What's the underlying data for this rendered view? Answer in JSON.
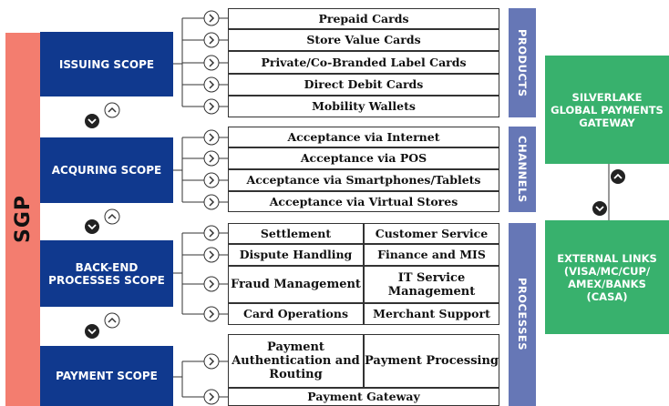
{
  "sgp_label": "SGP",
  "scopes": {
    "issuing": "ISSUING SCOPE",
    "acquiring": "ACQURING SCOPE",
    "backend": "BACK-END PROCESSES SCOPE",
    "payment": "PAYMENT SCOPE"
  },
  "issuing_items": [
    "Prepaid Cards",
    "Store Value Cards",
    "Private/Co-Branded Label Cards",
    "Direct Debit Cards",
    "Mobility Wallets"
  ],
  "acquiring_items": [
    "Acceptance via Internet",
    "Acceptance via POS",
    "Acceptance via Smartphones/Tablets",
    "Acceptance via Virtual Stores"
  ],
  "backend_items": {
    "left": [
      "Settlement",
      "Dispute Handling",
      "Fraud Management",
      "Card Operations"
    ],
    "right": [
      "Customer Service",
      "Finance and MIS",
      "IT Service Management",
      "Merchant Support"
    ]
  },
  "payment_items": {
    "auth": "Payment Authentication and Routing",
    "processing": "Payment Processing",
    "gateway": "Payment Gateway"
  },
  "side_labels": {
    "products": "PRODUCTS",
    "channels": "CHANNELS",
    "processes": "PROCESSES"
  },
  "gateway_label": "SILVERLAKE GLOBAL PAYMENTS GATEWAY",
  "external_label": "EXTERNAL LINKS (VISA/MC/CUP/ AMEX/BANKS (CASA)",
  "colors": {
    "sgp": "#f37d6f",
    "scope": "#10398e",
    "side_bar": "#6677b6",
    "green": "#38b16d"
  }
}
